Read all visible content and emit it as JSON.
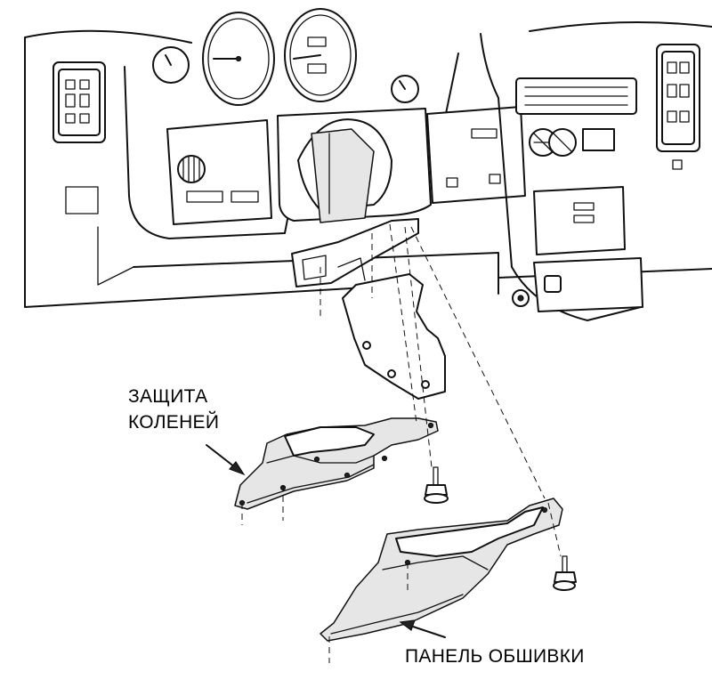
{
  "labels": {
    "knee_guard_line1": "ЗАЩИТА",
    "knee_guard_line2": "КОЛЕНЕЙ",
    "trim_panel": "ПАНЕЛЬ ОБШИВКИ"
  },
  "colors": {
    "line": "#111111",
    "background": "#ffffff",
    "part_shading": "#e6e6e6"
  }
}
